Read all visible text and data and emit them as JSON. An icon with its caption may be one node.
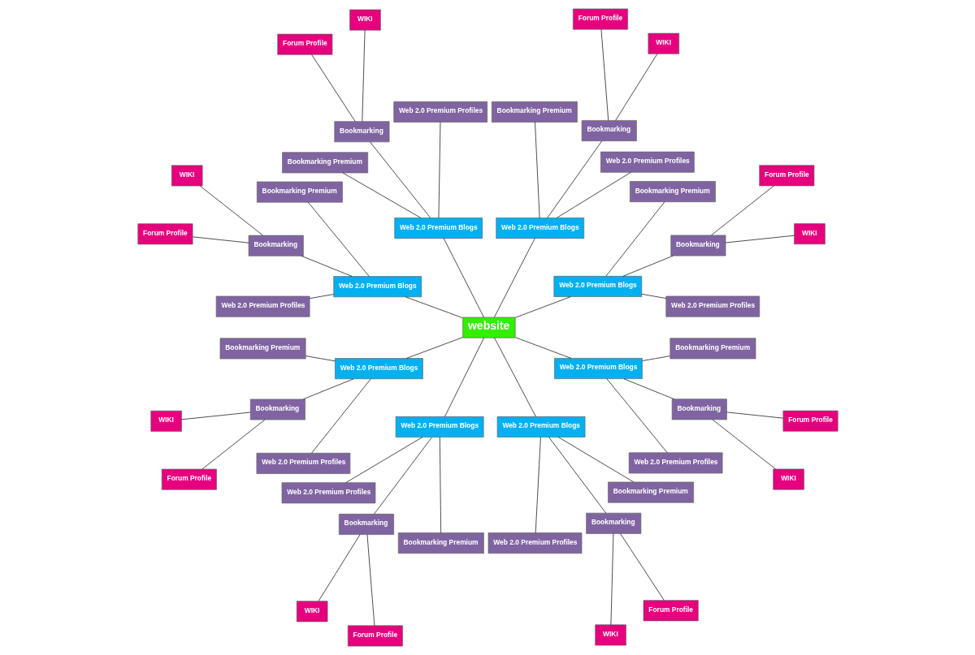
{
  "diagram": {
    "nodes": [
      {
        "text": [
          "website"
        ]
      },
      {
        "text": [
          "Web 2.0 Premium Blogs"
        ]
      },
      {
        "text": [
          "Web 2.0 Premium Profiles"
        ]
      },
      {
        "text": [
          "Bookmarking"
        ]
      },
      {
        "text": [
          "Bookmarking Premium"
        ]
      },
      {
        "text": [
          "WIKI"
        ]
      },
      {
        "text": [
          "Forum Profile"
        ]
      },
      {
        "text": [
          "Web 2.0 Premium Blogs"
        ]
      },
      {
        "text": [
          "Web 2.0 Premium Profiles"
        ]
      },
      {
        "text": [
          "Bookmarking"
        ]
      },
      {
        "text": [
          "Bookmarking Premium"
        ]
      },
      {
        "text": [
          "WIKI"
        ]
      },
      {
        "text": [
          "Forum Profile"
        ]
      },
      {
        "text": [
          "Web 2.0 Premium Blogs"
        ]
      },
      {
        "text": [
          "Web 2.0 Premium Profiles"
        ]
      },
      {
        "text": [
          "Bookmarking"
        ]
      },
      {
        "text": [
          "Bookmarking Premium"
        ]
      },
      {
        "text": [
          "WIKI"
        ]
      },
      {
        "text": [
          "Forum Profile"
        ]
      },
      {
        "text": [
          "Web 2.0 Premium Blogs"
        ]
      },
      {
        "text": [
          "Bookmarking Premium"
        ]
      },
      {
        "text": [
          "Bookmarking"
        ]
      },
      {
        "text": [
          "Web 2.0 Premium Profiles"
        ]
      },
      {
        "text": [
          "WIKI"
        ]
      },
      {
        "text": [
          "Forum Profile"
        ]
      },
      {
        "text": [
          "Web 2.0 Premium Blogs"
        ]
      },
      {
        "text": [
          "Bookmarking Premium"
        ]
      },
      {
        "text": [
          "Bookmarking"
        ]
      },
      {
        "text": [
          "Web 2.0 Premium Profiles"
        ]
      },
      {
        "text": [
          "WIKI"
        ]
      },
      {
        "text": [
          "Forum Profile"
        ]
      },
      {
        "text": [
          "Web 2.0 Premium Blogs"
        ]
      },
      {
        "text": [
          "Web 2.0 Premium Profiles"
        ]
      },
      {
        "text": [
          "Bookmarking"
        ]
      },
      {
        "text": [
          "Bookmarking Premium"
        ]
      },
      {
        "text": [
          "WIKI"
        ]
      },
      {
        "text": [
          "Forum Profile"
        ]
      },
      {
        "text": [
          "Web 2.0 Premium Blogs"
        ]
      },
      {
        "text": [
          "Web 2.0 Premium Profiles"
        ]
      },
      {
        "text": [
          "Bookmarking"
        ]
      },
      {
        "text": [
          "Bookmarking Premium"
        ]
      },
      {
        "text": [
          "WIKI"
        ]
      },
      {
        "text": [
          "Forum Profile"
        ]
      },
      {
        "text": [
          "Web 2.0 Premium Blogs"
        ]
      },
      {
        "text": [
          "Web 2.0 Premium Profiles"
        ]
      },
      {
        "text": [
          "Bookmarking"
        ]
      },
      {
        "text": [
          "Bookmarking Premium"
        ]
      },
      {
        "text": [
          "WIKI"
        ]
      },
      {
        "text": [
          "Forum Profile"
        ]
      }
    ],
    "edges": [
      {
        "from": 0,
        "to": 1,
        "arrow": "none"
      },
      {
        "from": 1,
        "to": 2,
        "arrow": "none"
      },
      {
        "from": 1,
        "to": 3,
        "arrow": "none"
      },
      {
        "from": 1,
        "to": 4,
        "arrow": "none"
      },
      {
        "from": 3,
        "to": 5,
        "arrow": "none"
      },
      {
        "from": 3,
        "to": 6,
        "arrow": "none"
      },
      {
        "from": 0,
        "to": 7,
        "arrow": "none"
      },
      {
        "from": 7,
        "to": 8,
        "arrow": "none"
      },
      {
        "from": 7,
        "to": 9,
        "arrow": "none"
      },
      {
        "from": 7,
        "to": 10,
        "arrow": "none"
      },
      {
        "from": 9,
        "to": 11,
        "arrow": "none"
      },
      {
        "from": 9,
        "to": 12,
        "arrow": "none"
      },
      {
        "from": 0,
        "to": 13,
        "arrow": "none"
      },
      {
        "from": 13,
        "to": 14,
        "arrow": "none"
      },
      {
        "from": 13,
        "to": 15,
        "arrow": "none"
      },
      {
        "from": 13,
        "to": 16,
        "arrow": "none"
      },
      {
        "from": 15,
        "to": 17,
        "arrow": "none"
      },
      {
        "from": 15,
        "to": 18,
        "arrow": "none"
      },
      {
        "from": 0,
        "to": 19,
        "arrow": "none"
      },
      {
        "from": 19,
        "to": 20,
        "arrow": "none"
      },
      {
        "from": 19,
        "to": 21,
        "arrow": "none"
      },
      {
        "from": 19,
        "to": 22,
        "arrow": "none"
      },
      {
        "from": 21,
        "to": 23,
        "arrow": "none"
      },
      {
        "from": 21,
        "to": 24,
        "arrow": "none"
      },
      {
        "from": 0,
        "to": 25,
        "arrow": "none"
      },
      {
        "from": 25,
        "to": 26,
        "arrow": "none"
      },
      {
        "from": 25,
        "to": 27,
        "arrow": "none"
      },
      {
        "from": 25,
        "to": 28,
        "arrow": "none"
      },
      {
        "from": 27,
        "to": 29,
        "arrow": "none"
      },
      {
        "from": 27,
        "to": 30,
        "arrow": "none"
      },
      {
        "from": 0,
        "to": 31,
        "arrow": "none"
      },
      {
        "from": 31,
        "to": 32,
        "arrow": "none"
      },
      {
        "from": 31,
        "to": 33,
        "arrow": "none"
      },
      {
        "from": 31,
        "to": 34,
        "arrow": "none"
      },
      {
        "from": 33,
        "to": 35,
        "arrow": "none"
      },
      {
        "from": 33,
        "to": 36,
        "arrow": "none"
      },
      {
        "from": 0,
        "to": 37,
        "arrow": "none"
      },
      {
        "from": 37,
        "to": 38,
        "arrow": "none"
      },
      {
        "from": 37,
        "to": 39,
        "arrow": "none"
      },
      {
        "from": 37,
        "to": 40,
        "arrow": "none"
      },
      {
        "from": 39,
        "to": 41,
        "arrow": "none"
      },
      {
        "from": 39,
        "to": 42,
        "arrow": "none"
      },
      {
        "from": 0,
        "to": 43,
        "arrow": "none"
      },
      {
        "from": 43,
        "to": 44,
        "arrow": "none"
      },
      {
        "from": 43,
        "to": 45,
        "arrow": "none"
      },
      {
        "from": 43,
        "to": 46,
        "arrow": "none"
      },
      {
        "from": 45,
        "to": 47,
        "arrow": "none"
      },
      {
        "from": 45,
        "to": 48,
        "arrow": "none"
      }
    ]
  }
}
